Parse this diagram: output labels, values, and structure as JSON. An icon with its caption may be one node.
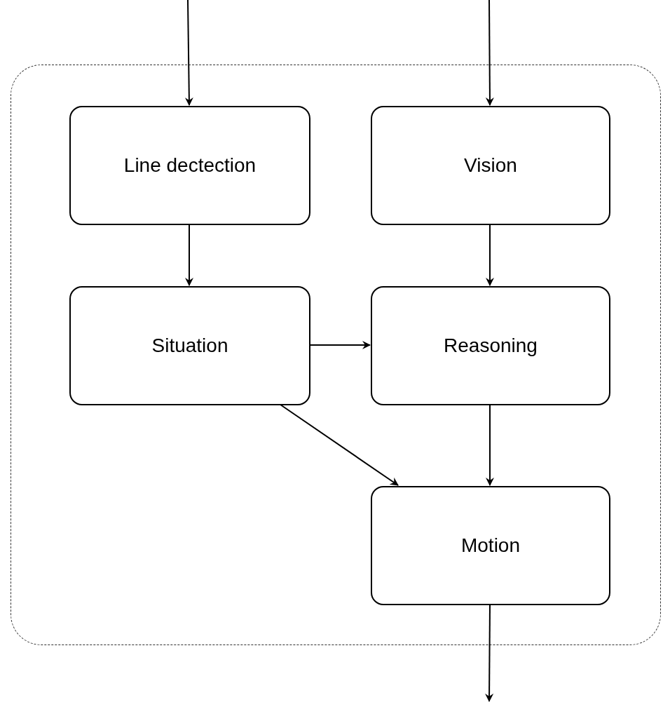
{
  "diagram": {
    "nodes": [
      {
        "text": [],
        "shape": "box"
      },
      {
        "text": [
          "Line dectection"
        ],
        "in": 0
      },
      {
        "text": [
          "Vision"
        ],
        "in": 0
      },
      {
        "text": [
          "Situation"
        ],
        "in": 0
      },
      {
        "text": [
          "Reasoning"
        ],
        "in": 0
      },
      {
        "text": [
          "Motion"
        ],
        "in": 0
      }
    ],
    "edges": [
      {
        "from": null,
        "to": 1,
        "arrow": "to"
      },
      {
        "from": null,
        "to": 2,
        "arrow": "to"
      },
      {
        "from": 1,
        "to": 3,
        "arrow": "to"
      },
      {
        "from": 2,
        "to": 4,
        "arrow": "to"
      },
      {
        "from": 3,
        "to": 4,
        "arrow": "to"
      },
      {
        "from": 3,
        "to": 5,
        "arrow": "to"
      },
      {
        "from": 4,
        "to": 5,
        "arrow": "to"
      },
      {
        "from": 5,
        "to": null,
        "arrow": "to"
      }
    ]
  }
}
